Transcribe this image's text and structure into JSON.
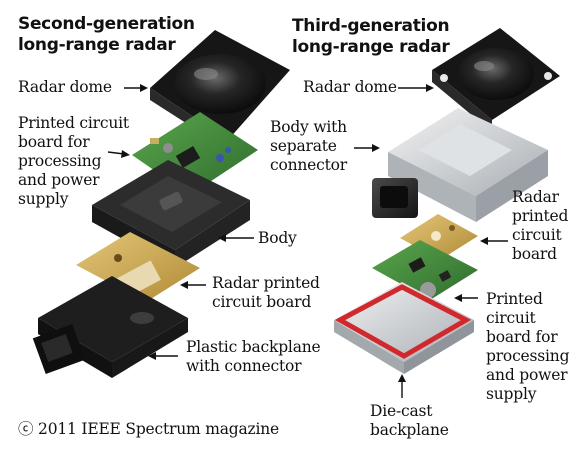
{
  "left_title": [
    "Second-generation",
    "long-range radar"
  ],
  "right_title": [
    "Third-generation",
    "long-range radar"
  ],
  "left_labels": {
    "dome": "Radar dome",
    "pcb_processing": "Printed circuit\nboard for\nprocessing\nand power\nsupply",
    "body": "Body",
    "radar_pcb": "Radar printed\ncircuit board",
    "backplane": "Plastic backplane\nwith connector"
  },
  "right_labels": {
    "dome": "Radar dome",
    "body": "Body with\nseparate\nconnector",
    "radar_pcb": "Radar\nprinted\ncircuit\nboard",
    "pcb_processing": "Printed\ncircuit\nboard for\nprocessing\nand power\nsupply",
    "backplane": "Die-cast\nbackplane"
  },
  "copyright": "ⓒ 2011 IEEE Spectrum magazine",
  "colors": {
    "dome": "#1b1b1b",
    "pcb_green": "#3f8a3a",
    "gold": "#c9a54a",
    "aluminum": "#c8ccd0",
    "gasket": "#d0282c"
  }
}
